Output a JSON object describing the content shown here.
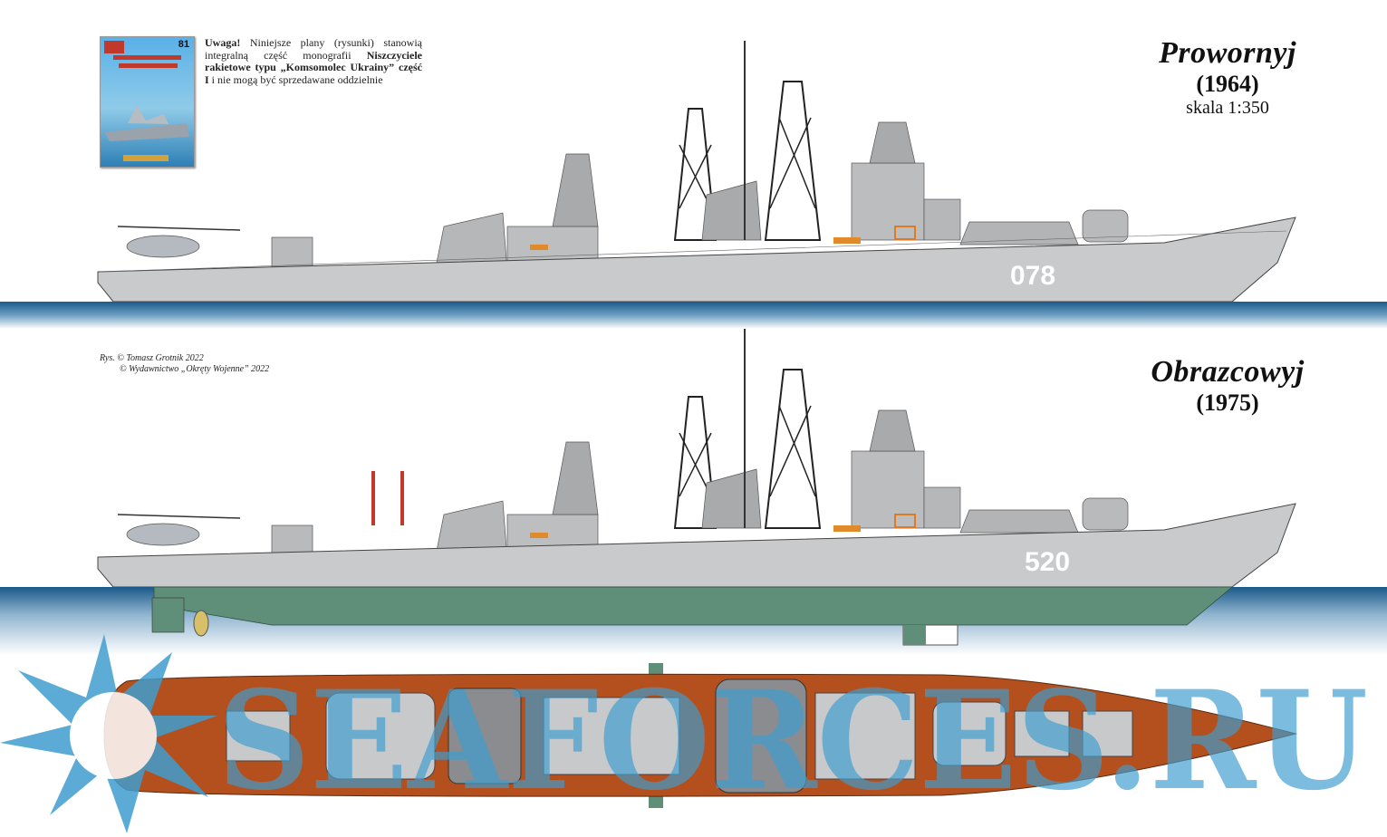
{
  "notice": {
    "lead": "Uwaga!",
    "text_1": "Niniejsze plany (rysunki) stanowią integralną część monografii",
    "bold_title": "Niszczyciele rakietowe typu „Komsomolec Ukrainy” część I",
    "text_2": "i nie mogą być sprzedawane oddzielnie"
  },
  "cover": {
    "issue_number": "81"
  },
  "credits": {
    "line_1": "Rys. © Tomasz Grotnik 2022",
    "line_2": "© Wydawnictwo „Okręty Wojenne” 2022"
  },
  "ship_1": {
    "name": "Prowornyj",
    "year": "(1964)",
    "scale": "skala 1:350",
    "hull_number": "078"
  },
  "ship_2": {
    "name": "Obrazcowyj",
    "year": "(1975)",
    "hull_number": "520"
  },
  "watermark_text": "SEAFORCES.RU",
  "colors": {
    "hull_grey": "#c9cacc",
    "water_blue": "#1d5f8f",
    "underwater_green": "#5f8f78",
    "deck_orange": "#b4501e",
    "watermark_blue": "#3f9dcf"
  }
}
